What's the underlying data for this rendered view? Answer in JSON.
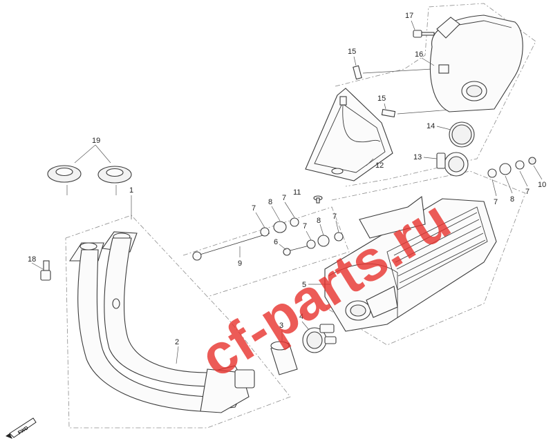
{
  "diagram": {
    "callouts": [
      {
        "id": "c1",
        "label": "1"
      },
      {
        "id": "c2",
        "label": "2"
      },
      {
        "id": "c3",
        "label": "3"
      },
      {
        "id": "c4",
        "label": "4"
      },
      {
        "id": "c5",
        "label": "5"
      },
      {
        "id": "c6",
        "label": "6"
      },
      {
        "id": "c7a",
        "label": "7"
      },
      {
        "id": "c7b",
        "label": "7"
      },
      {
        "id": "c7c",
        "label": "7"
      },
      {
        "id": "c7d",
        "label": "7"
      },
      {
        "id": "c7e",
        "label": "7"
      },
      {
        "id": "c7f",
        "label": "7"
      },
      {
        "id": "c8a",
        "label": "8"
      },
      {
        "id": "c8b",
        "label": "8"
      },
      {
        "id": "c8c",
        "label": "8"
      },
      {
        "id": "c9",
        "label": "9"
      },
      {
        "id": "c10",
        "label": "10"
      },
      {
        "id": "c11",
        "label": "11"
      },
      {
        "id": "c12",
        "label": "12"
      },
      {
        "id": "c13",
        "label": "13"
      },
      {
        "id": "c14",
        "label": "14"
      },
      {
        "id": "c15a",
        "label": "15"
      },
      {
        "id": "c15b",
        "label": "15"
      },
      {
        "id": "c16",
        "label": "16"
      },
      {
        "id": "c17",
        "label": "17"
      },
      {
        "id": "c18",
        "label": "18"
      },
      {
        "id": "c19",
        "label": "19"
      }
    ],
    "watermark": "cf-parts.ru",
    "fwd_badge": "FWD",
    "colors": {
      "line": "#3a3a3a",
      "watermark": "#e8332e",
      "background": "#ffffff"
    }
  }
}
